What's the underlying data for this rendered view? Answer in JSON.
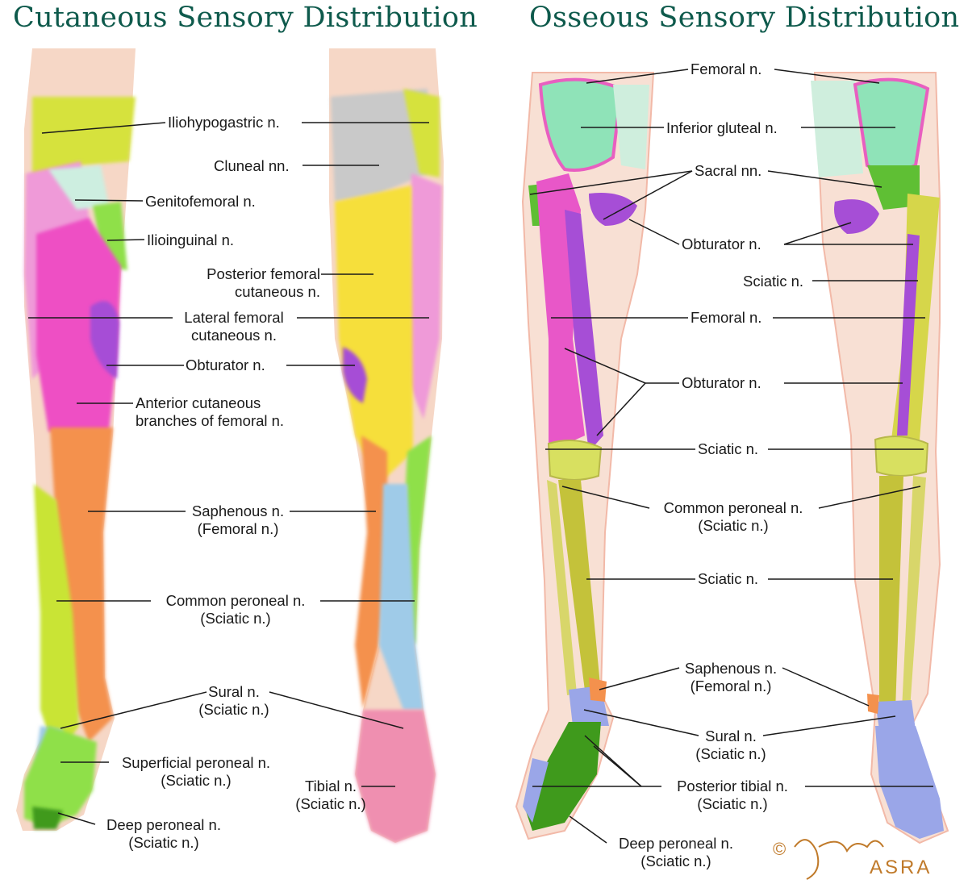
{
  "titles": {
    "left": "Cutaneous Sensory Distribution",
    "right": "Osseous Sensory Distribution"
  },
  "colors": {
    "title": "#0e5a4c",
    "skin": "#f6d7c6",
    "magenta": "#ee4fc4",
    "pink": "#ef9ad8",
    "violet": "#a64ed6",
    "yellow_green": "#d6e23c",
    "lime": "#8fe04a",
    "orange": "#f4914d",
    "yellow": "#f6df3a",
    "light_blue": "#9fcbe8",
    "grey": "#c9c9c9",
    "mint": "#8fe3b8",
    "green_dark": "#3f9a1c",
    "olive": "#c4c23a",
    "periwinkle": "#9aa6e8"
  },
  "left_labels": {
    "iliohypogastric": "Iliohypogastric n.",
    "cluneal": "Cluneal nn.",
    "genitofemoral": "Genitofemoral n.",
    "ilioinguinal": "Ilioinguinal n.",
    "posterior_femoral_1": "Posterior femoral",
    "posterior_femoral_2": "cutaneous n.",
    "lateral_femoral_1": "Lateral femoral",
    "lateral_femoral_2": "cutaneous n.",
    "obturator": "Obturator n.",
    "anterior_cutaneous_1": "Anterior cutaneous",
    "anterior_cutaneous_2": "branches of femoral n.",
    "saphenous_1": "Saphenous n.",
    "saphenous_2": "(Femoral n.)",
    "common_peroneal_1": "Common peroneal n.",
    "common_peroneal_2": "(Sciatic n.)",
    "sural_1": "Sural n.",
    "sural_2": "(Sciatic n.)",
    "superficial_peroneal_1": "Superficial peroneal n.",
    "superficial_peroneal_2": "(Sciatic n.)",
    "tibial_1": "Tibial n.",
    "tibial_2": "(Sciatic n.)",
    "deep_peroneal_1": "Deep peroneal n.",
    "deep_peroneal_2": "(Sciatic n.)"
  },
  "right_labels": {
    "femoral_top": "Femoral n.",
    "inferior_gluteal": "Inferior gluteal n.",
    "sacral": "Sacral nn.",
    "obturator_top": "Obturator n.",
    "sciatic_upper": "Sciatic n.",
    "femoral_mid": "Femoral n.",
    "obturator_mid": "Obturator n.",
    "sciatic_knee": "Sciatic n.",
    "common_peroneal_1": "Common peroneal n.",
    "common_peroneal_2": "(Sciatic n.)",
    "sciatic_lower": "Sciatic n.",
    "saphenous_1": "Saphenous n.",
    "saphenous_2": "(Femoral n.)",
    "sural_1": "Sural n.",
    "sural_2": "(Sciatic n.)",
    "posterior_tibial_1": "Posterior tibial n.",
    "posterior_tibial_2": "(Sciatic n.)",
    "deep_peroneal_1": "Deep peroneal n.",
    "deep_peroneal_2": "(Sciatic n.)"
  },
  "credit": {
    "copyright": "©",
    "signature": "JGentry",
    "org": "ASRA"
  }
}
